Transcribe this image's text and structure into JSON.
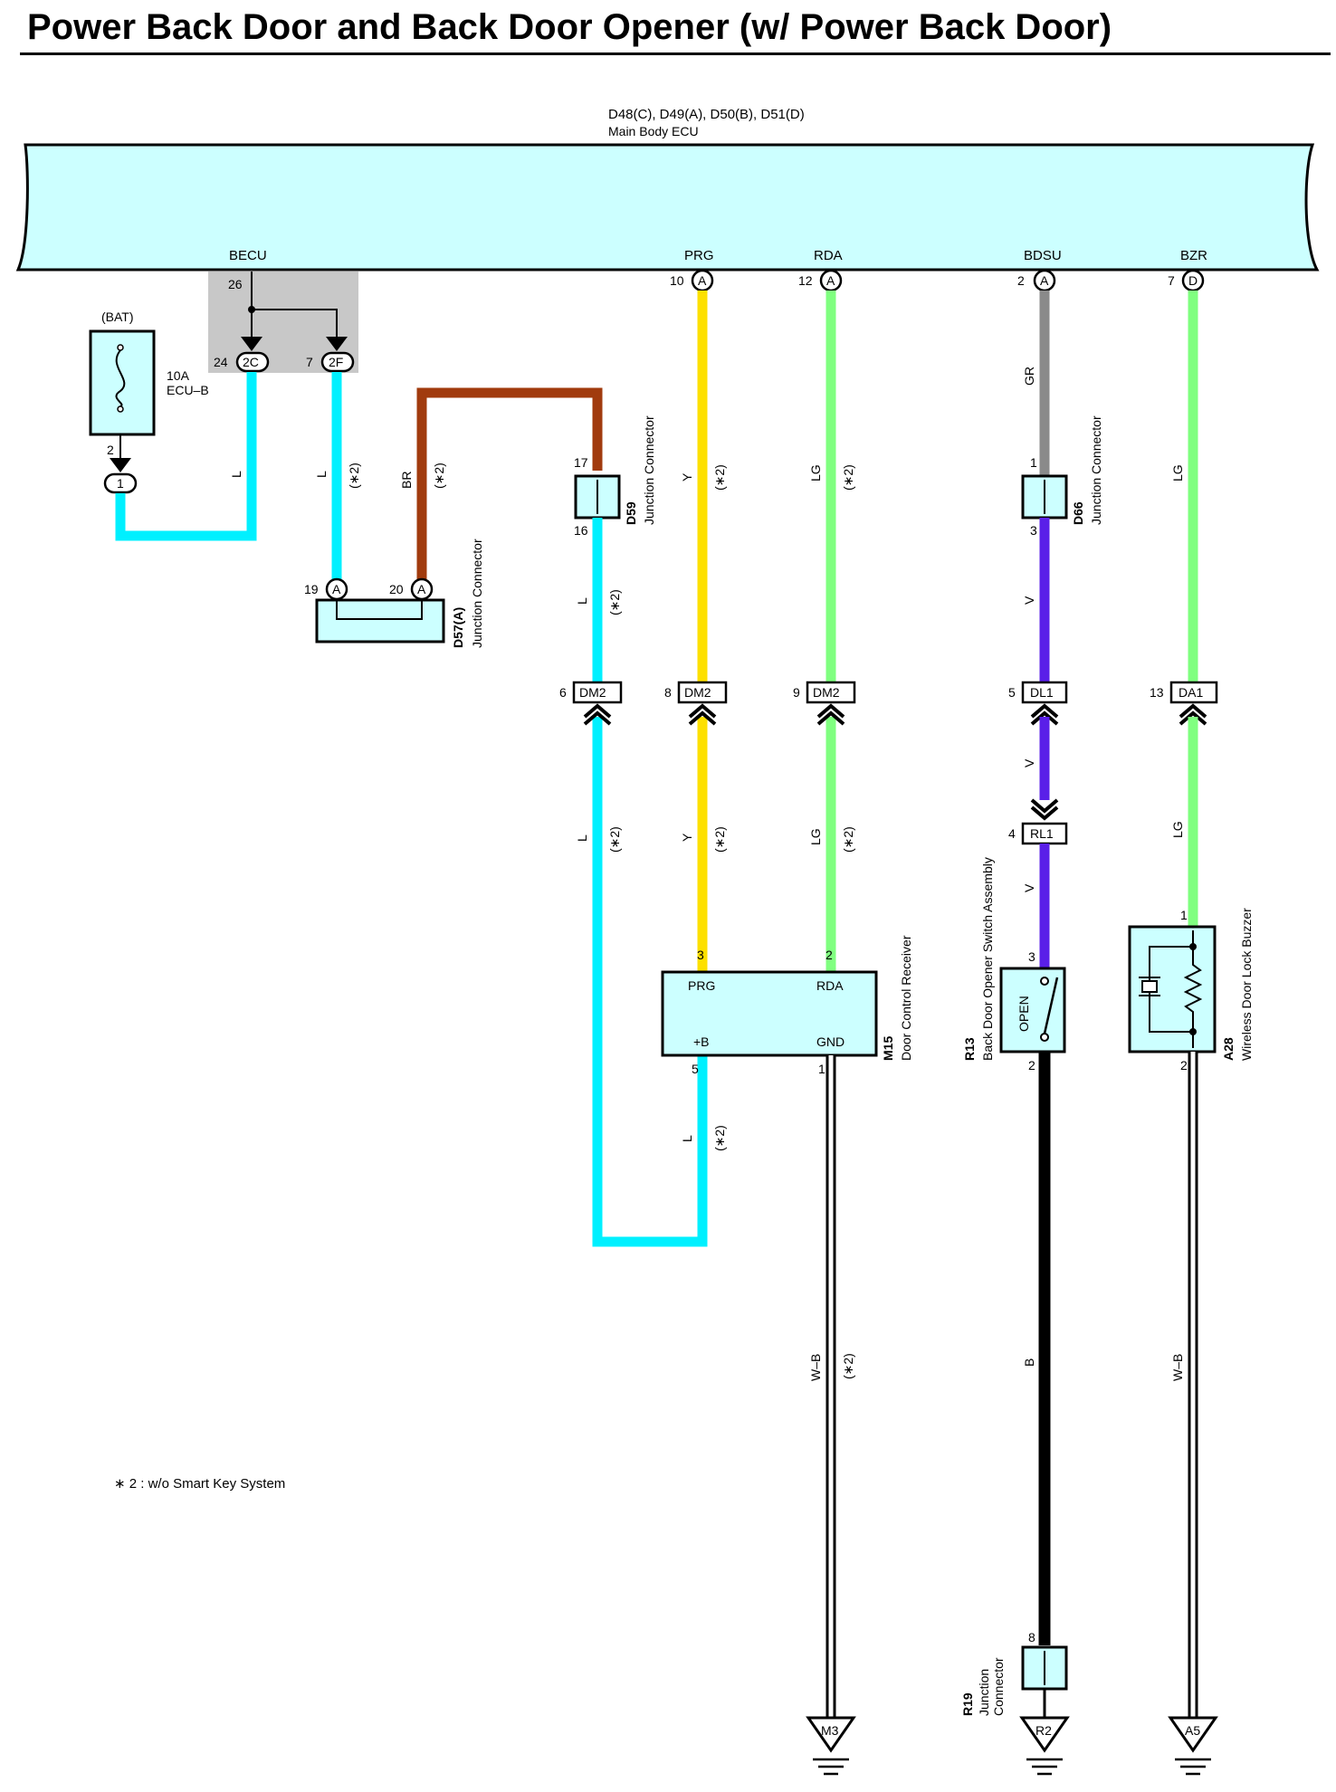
{
  "title": "Power Back Door and Back Door Opener (w/ Power Back Door)",
  "ecu": {
    "connectors": "D48(C), D49(A), D50(B), D51(D)",
    "name": "Main Body ECU",
    "terminals": {
      "becu": "BECU",
      "prg": "PRG",
      "rda": "RDA",
      "bdsu": "BDSU",
      "bzr": "BZR"
    },
    "pins": {
      "becu": "26",
      "prg": "10",
      "rda": "12",
      "bdsu": "2",
      "bzr": "7"
    },
    "pin_letters": {
      "prg": "A",
      "rda": "A",
      "bdsu": "A",
      "bzr": "D"
    }
  },
  "fuse": {
    "source": "(BAT)",
    "rating": "10A",
    "name": "ECU–B",
    "pin": "2",
    "conn": "1"
  },
  "junction_2c": {
    "pin": "24",
    "code": "2C"
  },
  "junction_2f": {
    "pin": "7",
    "code": "2F"
  },
  "d57": {
    "id": "D57(A)",
    "name": "Junction Connector",
    "pin_a": "19",
    "pin_b": "20",
    "letter": "A"
  },
  "d59": {
    "id": "D59",
    "name": "Junction Connector",
    "pin_top": "17",
    "pin_bottom": "16"
  },
  "d66": {
    "id": "D66",
    "name": "Junction Connector",
    "pin_top": "1",
    "pin_bottom": "3"
  },
  "connectors": {
    "dm2_a": {
      "pin": "6",
      "code": "DM2"
    },
    "dm2_b": {
      "pin": "8",
      "code": "DM2"
    },
    "dm2_c": {
      "pin": "9",
      "code": "DM2"
    },
    "dl1": {
      "pin": "5",
      "code": "DL1"
    },
    "da1": {
      "pin": "13",
      "code": "DA1"
    },
    "rl1": {
      "pin": "4",
      "code": "RL1"
    }
  },
  "wire_labels": {
    "l": "L",
    "br": "BR",
    "y": "Y",
    "lg": "LG",
    "gr": "GR",
    "v": "V",
    "wb": "W–B",
    "b": "B",
    "note2": "(∗2)"
  },
  "m15": {
    "id": "M15",
    "name": "Door Control Receiver",
    "prg": "PRG",
    "rda": "RDA",
    "plusb": "+B",
    "gnd": "GND",
    "pin_prg": "3",
    "pin_rda": "2",
    "pin_plusb": "5",
    "pin_gnd": "1"
  },
  "r13": {
    "id": "R13",
    "name": "Back Door Opener Switch Assembly",
    "open": "OPEN",
    "pin_top": "3",
    "pin_bottom": "2"
  },
  "a28": {
    "id": "A28",
    "name": "Wireless Door Lock Buzzer",
    "pin_top": "1",
    "pin_bottom": "2"
  },
  "r19": {
    "id": "R19",
    "name_line1": "Junction",
    "name_line2": "Connector",
    "pin": "8"
  },
  "grounds": {
    "m3": "M3",
    "r2": "R2",
    "a5": "A5"
  },
  "footnote": "∗ 2 : w/o Smart Key System",
  "colors": {
    "L": "#00f0ff",
    "BR": "#a13b0e",
    "Y": "#fde000",
    "LG": "#80ff80",
    "GR": "#8a8a8a",
    "V": "#5a1fe8",
    "B": "#000000",
    "ecu_fill": "#ccffff",
    "shade": "#c8c8c8"
  }
}
